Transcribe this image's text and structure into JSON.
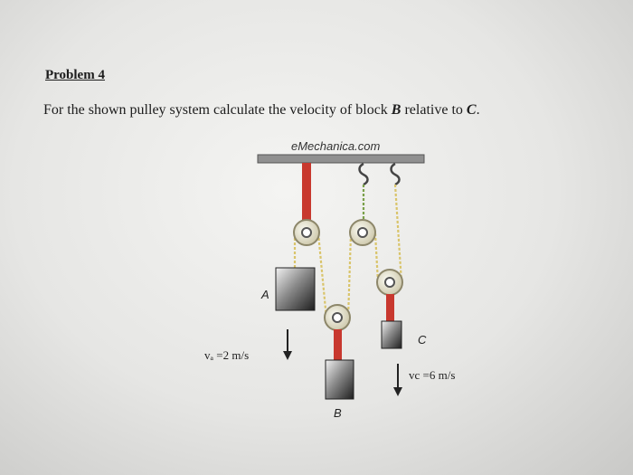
{
  "problem": {
    "title": "Problem 4",
    "statement_prefix": "For the shown pulley system calculate the velocity of block ",
    "block_b": "B",
    "statement_middle": " relative to ",
    "block_c": "C",
    "statement_suffix": "."
  },
  "figure": {
    "watermark": "eMechanica.com",
    "label_a": "A",
    "label_b": "B",
    "label_c": "C",
    "velocity_a": "vₐ =2 m/s",
    "velocity_c": "vc =6 m/s",
    "colors": {
      "rod": "#c8382e",
      "rope_yellow": "#d9c46a",
      "rope_green": "#7aa04a",
      "ceiling": "#8a8a8a"
    }
  }
}
